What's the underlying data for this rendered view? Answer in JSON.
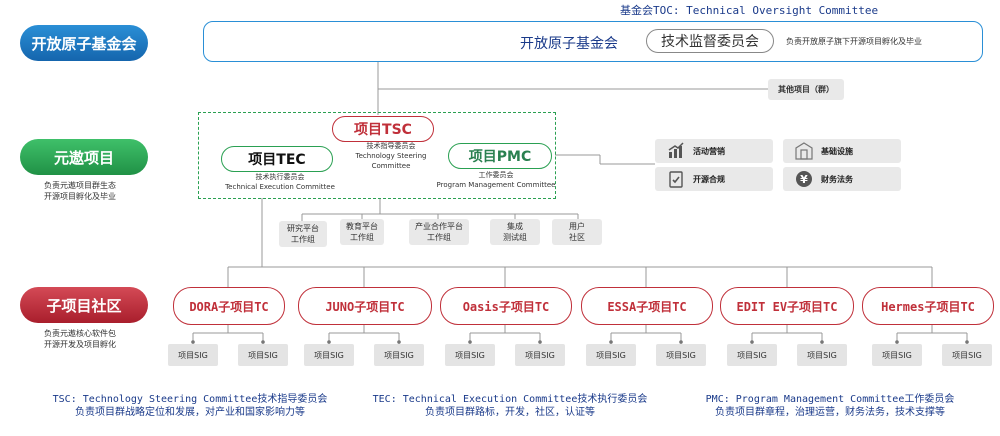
{
  "top_note": "基金会TOC: Technical Oversight Committee",
  "levels": {
    "foundation": {
      "label": "开放原子基金会"
    },
    "project": {
      "label": "元遨项目",
      "desc1": "负责元遨项目群生态",
      "desc2": "开源项目孵化及毕业"
    },
    "community": {
      "label": "子项目社区",
      "desc1": "负责元遨核心软件包",
      "desc2": "开源开发及项目孵化"
    }
  },
  "foundation_box": {
    "name": "开放原子基金会",
    "toc": "技术监督委员会",
    "desc": "负责开放原子旗下开源项目孵化及毕业"
  },
  "other_projects": "其他项目（群）",
  "tsc": {
    "title": "项目TSC",
    "sub1": "技术指导委员会",
    "sub2": "Technology Steering Committee"
  },
  "tec": {
    "title": "项目TEC",
    "sub1": "技术执行委员会",
    "sub2": "Technical Execution Committee"
  },
  "pmc": {
    "title": "项目PMC",
    "sub1": "工作委员会",
    "sub2": "Program Management Committee"
  },
  "services": [
    {
      "label": "活动营销",
      "icon": "chart-icon"
    },
    {
      "label": "基础设施",
      "icon": "building-icon"
    },
    {
      "label": "开源合规",
      "icon": "clipboard-check-icon"
    },
    {
      "label": "财务法务",
      "icon": "yen-icon"
    }
  ],
  "working_groups": [
    {
      "line1": "研究平台",
      "line2": "工作组"
    },
    {
      "line1": "教育平台",
      "line2": "工作组"
    },
    {
      "line1": "产业合作平台",
      "line2": "工作组"
    },
    {
      "line1": "集成",
      "line2": "测试组"
    },
    {
      "line1": "用户",
      "line2": "社区"
    }
  ],
  "sub_tcs": [
    "DORA子项目TC",
    "JUNO子项目TC",
    "Oasis子项目TC",
    "ESSA子项目TC",
    "EDIT EV子项目TC",
    "Hermes子项目TC"
  ],
  "sig_label": "项目SIG",
  "legend": [
    {
      "line1": "TSC: Technology Steering Committee技术指导委员会",
      "line2": "负责项目群战略定位和发展，对产业和国家影响力等"
    },
    {
      "line1": "TEC: Technical Execution Committee技术执行委员会",
      "line2": "负责项目群路标，开发，社区，认证等"
    },
    {
      "line1": "PMC: Program Management Committee工作委员会",
      "line2": "负责项目群章程，治理运营，财务法务，技术支撑等"
    }
  ],
  "colors": {
    "blue": "#1565ad",
    "green": "#209146",
    "red": "#a91e2c",
    "navy": "#1a3a8a"
  }
}
